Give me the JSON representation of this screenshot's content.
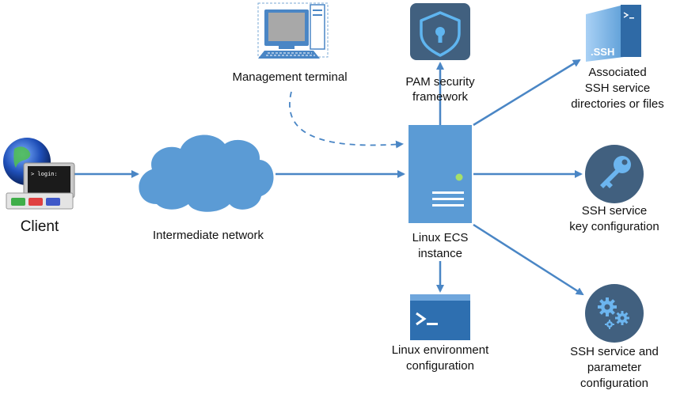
{
  "nodes": {
    "client": {
      "label": "Client",
      "screen_text": "> login:"
    },
    "network": {
      "label": "Intermediate network"
    },
    "terminal": {
      "label": "Management terminal"
    },
    "pam": {
      "label_lines": [
        "PAM security",
        "framework"
      ]
    },
    "ecs": {
      "label_lines": [
        "Linux ECS",
        "instance"
      ]
    },
    "ssh_files": {
      "label_lines": [
        "Associated",
        "SSH service",
        "directories or files"
      ],
      "icon_text": ".SSH"
    },
    "ssh_key": {
      "label_lines": [
        "SSH service",
        "key configuration"
      ]
    },
    "ssh_params": {
      "label_lines": [
        "SSH service and",
        "parameter",
        "configuration"
      ]
    },
    "linux_env": {
      "label_lines": [
        "Linux environment",
        "configuration"
      ]
    }
  },
  "colors": {
    "accent": "#4a86c5",
    "server": "#5b9bd5",
    "icon_dark": "#41607f",
    "cloud": "#5b9bd5",
    "terminal_icon": "#2e6fb0"
  }
}
